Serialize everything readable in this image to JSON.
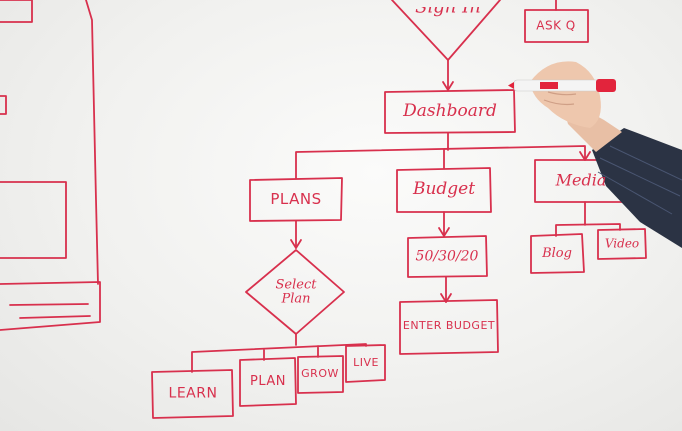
{
  "board": {
    "ink_color": "#d8304d",
    "background_color": "#f3f3f1"
  },
  "labels": {
    "sign_in": "Sign In",
    "ask_q": "ASK Q",
    "dashboard": "Dashboard",
    "plans": "PLANS",
    "budget": "Budget",
    "media": "Media",
    "select_plan": "Select Plan",
    "split_503020": "50/30/20",
    "blog": "Blog",
    "video": "Video",
    "enter_budget": "ENTER BUDGET",
    "learn": "LEARN",
    "plan": "PLAN",
    "grow": "GROW",
    "live": "LIVE"
  },
  "hand": {
    "marker_color": "#e2243c",
    "sleeve_color": "#2b3344"
  }
}
